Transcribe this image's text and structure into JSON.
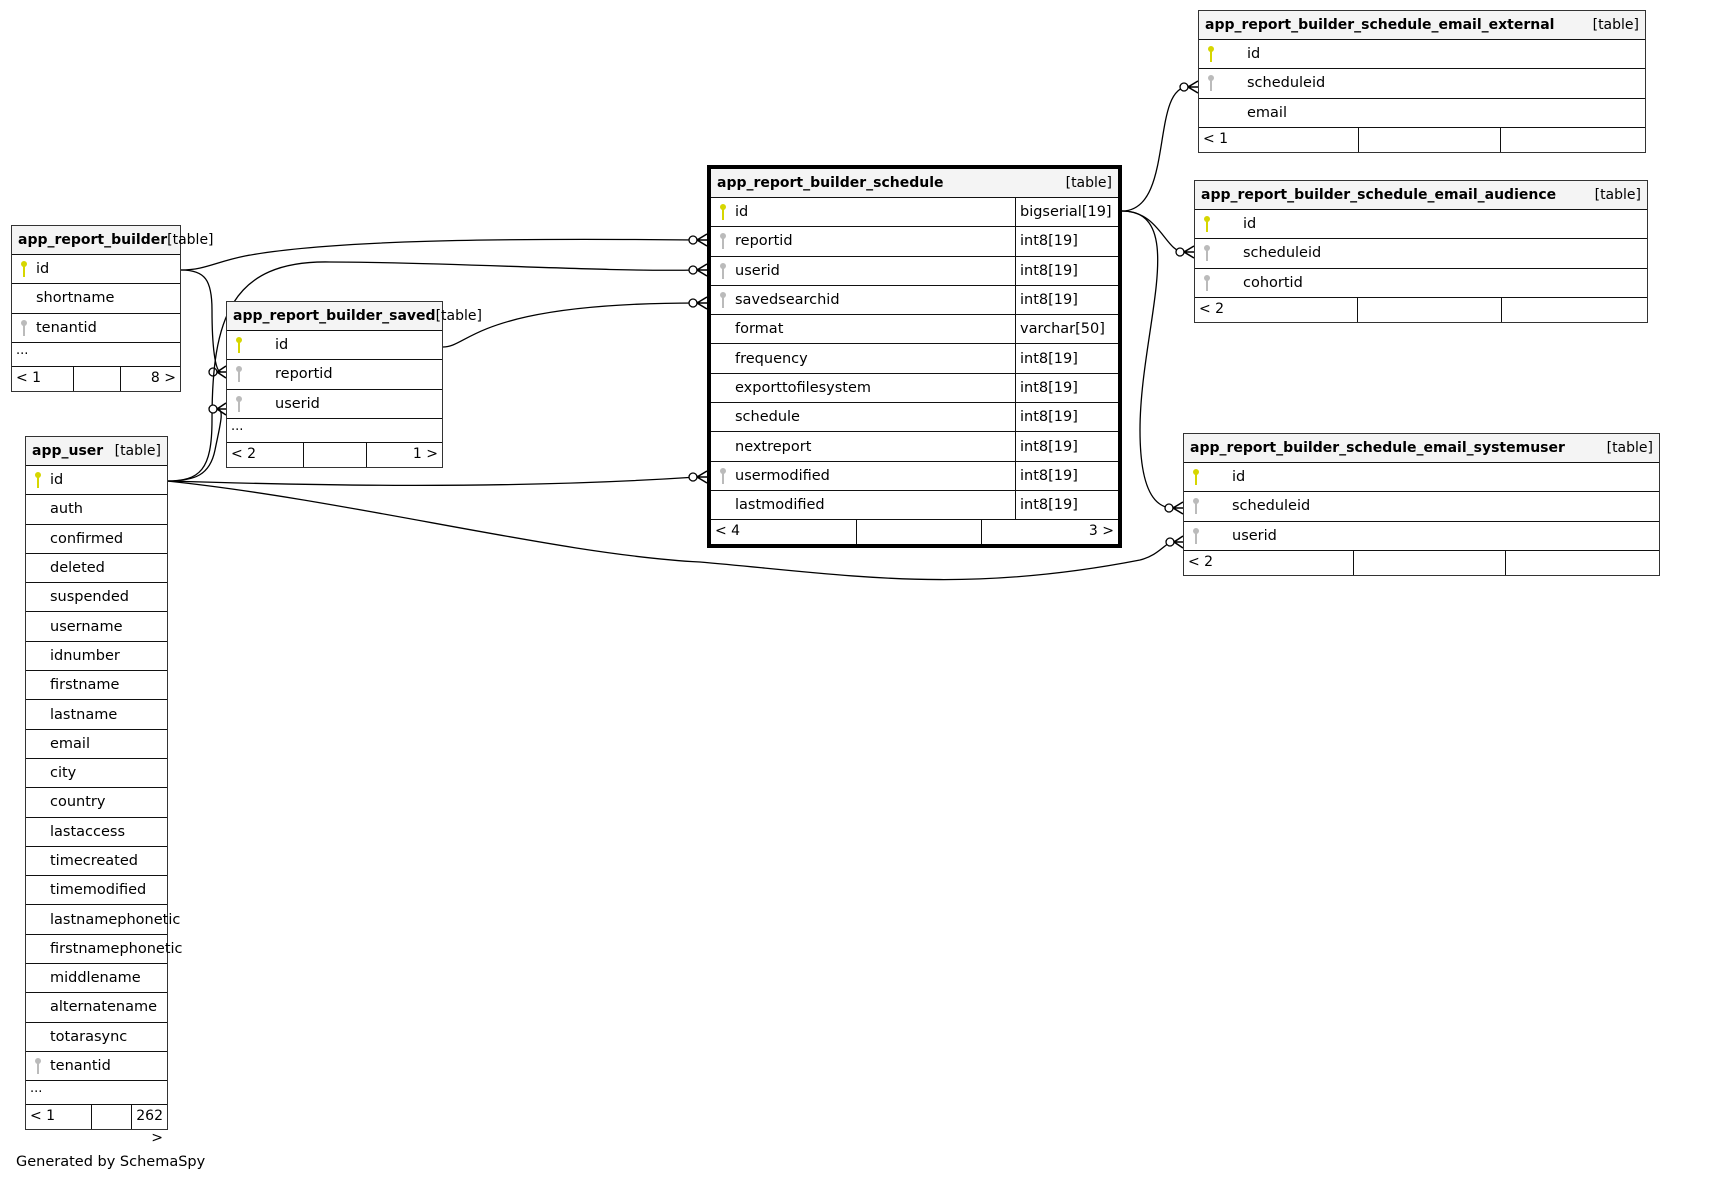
{
  "tables": [
    {
      "id": "arb",
      "name": "app_report_builder",
      "kind": "[table]",
      "columns": [
        {
          "name": "id",
          "key": "pk"
        },
        {
          "name": "shortname",
          "key": ""
        },
        {
          "name": "tenantid",
          "key": "fk"
        }
      ],
      "ellipsis": "...",
      "footer": {
        "left": "< 1",
        "right": "8 >"
      }
    },
    {
      "id": "au",
      "name": "app_user",
      "kind": "[table]",
      "columns": [
        {
          "name": "id",
          "key": "pk"
        },
        {
          "name": "auth",
          "key": ""
        },
        {
          "name": "confirmed",
          "key": ""
        },
        {
          "name": "deleted",
          "key": ""
        },
        {
          "name": "suspended",
          "key": ""
        },
        {
          "name": "username",
          "key": ""
        },
        {
          "name": "idnumber",
          "key": ""
        },
        {
          "name": "firstname",
          "key": ""
        },
        {
          "name": "lastname",
          "key": ""
        },
        {
          "name": "email",
          "key": ""
        },
        {
          "name": "city",
          "key": ""
        },
        {
          "name": "country",
          "key": ""
        },
        {
          "name": "lastaccess",
          "key": ""
        },
        {
          "name": "timecreated",
          "key": ""
        },
        {
          "name": "timemodified",
          "key": ""
        },
        {
          "name": "lastnamephonetic",
          "key": ""
        },
        {
          "name": "firstnamephonetic",
          "key": ""
        },
        {
          "name": "middlename",
          "key": ""
        },
        {
          "name": "alternatename",
          "key": ""
        },
        {
          "name": "totarasync",
          "key": ""
        },
        {
          "name": "tenantid",
          "key": "fk"
        }
      ],
      "ellipsis": "...",
      "footer": {
        "left": "< 1",
        "right": "262 >"
      }
    },
    {
      "id": "ars",
      "name": "app_report_builder_saved",
      "kind": "[table]",
      "columns": [
        {
          "name": "id",
          "key": "pk"
        },
        {
          "name": "reportid",
          "key": "fk"
        },
        {
          "name": "userid",
          "key": "fk"
        }
      ],
      "ellipsis": "...",
      "footer": {
        "left": "< 2",
        "right": "1 >"
      }
    },
    {
      "id": "sch",
      "name": "app_report_builder_schedule",
      "kind": "[table]",
      "columns": [
        {
          "name": "id",
          "key": "pk",
          "type": "bigserial[19]"
        },
        {
          "name": "reportid",
          "key": "fk",
          "type": "int8[19]"
        },
        {
          "name": "userid",
          "key": "fk",
          "type": "int8[19]"
        },
        {
          "name": "savedsearchid",
          "key": "fk",
          "type": "int8[19]"
        },
        {
          "name": "format",
          "key": "",
          "type": "varchar[50]"
        },
        {
          "name": "frequency",
          "key": "",
          "type": "int8[19]"
        },
        {
          "name": "exporttofilesystem",
          "key": "",
          "type": "int8[19]"
        },
        {
          "name": "schedule",
          "key": "",
          "type": "int8[19]"
        },
        {
          "name": "nextreport",
          "key": "",
          "type": "int8[19]"
        },
        {
          "name": "usermodified",
          "key": "fk",
          "type": "int8[19]"
        },
        {
          "name": "lastmodified",
          "key": "",
          "type": "int8[19]"
        }
      ],
      "footer": {
        "left": "< 4",
        "right": "3 >"
      }
    },
    {
      "id": "ext",
      "name": "app_report_builder_schedule_email_external",
      "kind": "[table]",
      "columns": [
        {
          "name": "id",
          "key": "pk"
        },
        {
          "name": "scheduleid",
          "key": "fk"
        },
        {
          "name": "email",
          "key": ""
        }
      ],
      "footer": {
        "left": "< 1",
        "right": ""
      }
    },
    {
      "id": "aud",
      "name": "app_report_builder_schedule_email_audience",
      "kind": "[table]",
      "columns": [
        {
          "name": "id",
          "key": "pk"
        },
        {
          "name": "scheduleid",
          "key": "fk"
        },
        {
          "name": "cohortid",
          "key": "fk"
        }
      ],
      "footer": {
        "left": "< 2",
        "right": ""
      }
    },
    {
      "id": "sys",
      "name": "app_report_builder_schedule_email_systemuser",
      "kind": "[table]",
      "columns": [
        {
          "name": "id",
          "key": "pk"
        },
        {
          "name": "scheduleid",
          "key": "fk"
        },
        {
          "name": "userid",
          "key": "fk"
        }
      ],
      "footer": {
        "left": "< 2",
        "right": ""
      }
    }
  ],
  "footer_text": "Generated by SchemaSpy"
}
